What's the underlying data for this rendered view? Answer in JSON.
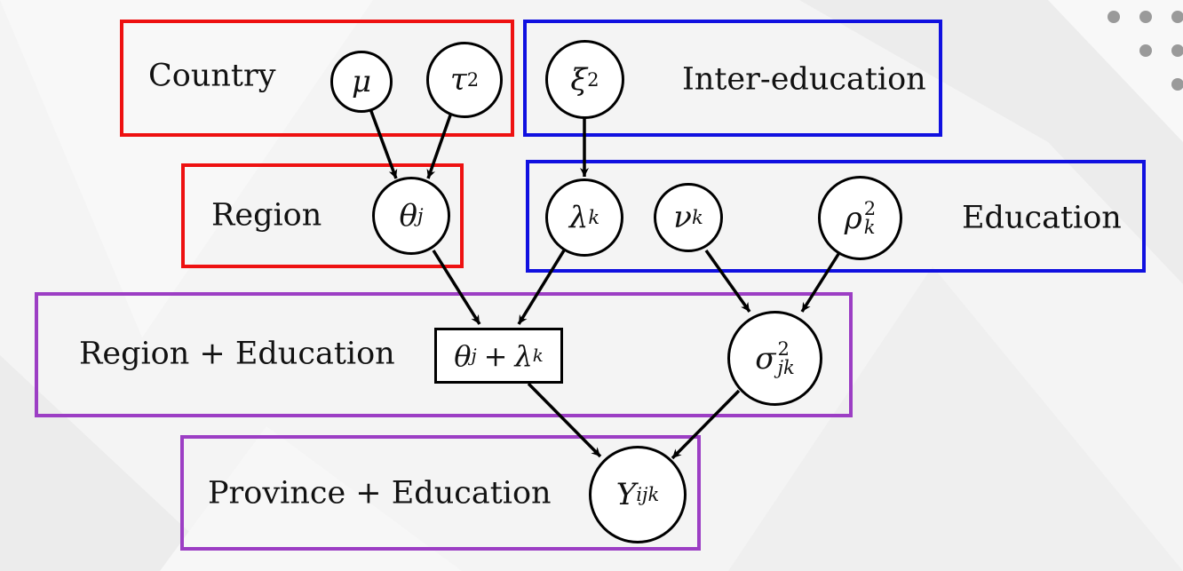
{
  "plates": {
    "country": "Country",
    "inter_education": "Inter-education",
    "region": "Region",
    "education": "Education",
    "region_education": "Region + Education",
    "province_education": "Province + Education"
  },
  "nodes": {
    "mu": {
      "sym": "μ"
    },
    "tau": {
      "sym": "τ",
      "sup": "2"
    },
    "xi": {
      "sym": "ξ",
      "sup": "2"
    },
    "theta": {
      "sym": "θ",
      "sub": "j"
    },
    "lambda": {
      "sym": "λ",
      "sub": "k"
    },
    "nu": {
      "sym": "ν",
      "sub": "k"
    },
    "rho": {
      "sym": "ρ",
      "sup": "2",
      "sub": "k"
    },
    "sigma": {
      "sym": "σ",
      "sup": "2",
      "sub": "jk"
    },
    "y": {
      "sym": "Y",
      "sub": "ijk"
    },
    "theta_plus_lambda": {
      "sym_a": "θ",
      "sub_a": "j",
      "op": "+",
      "sym_b": "λ",
      "sub_b": "k"
    }
  },
  "colors": {
    "country_region_plate": "#ee1111",
    "education_plate": "#1010e0",
    "combined_plate": "#9c3ec4"
  }
}
